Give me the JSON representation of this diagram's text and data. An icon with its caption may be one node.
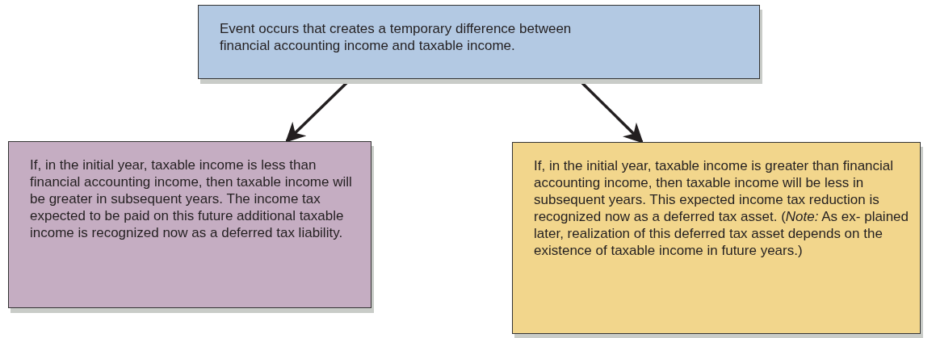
{
  "diagram": {
    "nodes": [
      {
        "text": [
          "Event occurs that creates a temporary difference between financial accounting income and taxable income."
        ]
      },
      {
        "text": [
          "If, in the initial year, taxable income is less than financial accounting income, then taxable income will be greater in subsequent years. The income tax expected to be paid on this future additional taxable income is recognized now as a deferred tax liability."
        ]
      },
      {
        "text": [
          "If, in the initial year, taxable income is greater than financial accounting income, then taxable income will be less in subsequent years. This expected income tax reduction is recognized now as a deferred tax asset. (*Note:* As ex- plained later, realization of this deferred tax asset depends on the existence of taxable income in future years.)"
        ]
      }
    ],
    "edges": [
      {
        "from": 0,
        "to": 1,
        "arrow": "to"
      },
      {
        "from": 0,
        "to": 2,
        "arrow": "to"
      }
    ]
  }
}
